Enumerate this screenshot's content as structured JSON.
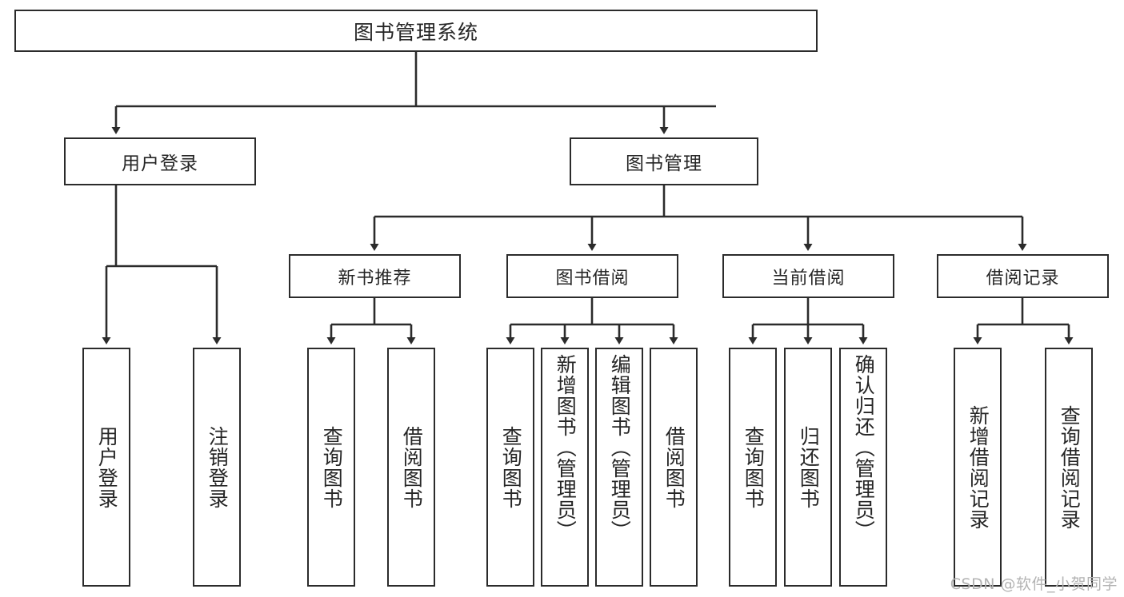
{
  "diagram": {
    "title": "图书管理系统",
    "type": "tree",
    "root": {
      "label": "图书管理系统"
    },
    "level1": [
      {
        "label": "用户登录"
      },
      {
        "label": "图书管理"
      }
    ],
    "level2": [
      {
        "label": "新书推荐"
      },
      {
        "label": "图书借阅"
      },
      {
        "label": "当前借阅"
      },
      {
        "label": "借阅记录"
      }
    ],
    "leaves": {
      "user_login": [
        {
          "label": "用户登录"
        },
        {
          "label": "注销登录"
        }
      ],
      "new_book_recommend": [
        {
          "label": "查询图书"
        },
        {
          "label": "借阅图书"
        }
      ],
      "book_borrow": [
        {
          "label": "查询图书"
        },
        {
          "label": "新增图书（管理员）"
        },
        {
          "label": "编辑图书（管理员）"
        },
        {
          "label": "借阅图书"
        }
      ],
      "current_borrow": [
        {
          "label": "查询图书"
        },
        {
          "label": "归还图书"
        },
        {
          "label": "确认归还（管理员）"
        }
      ],
      "borrow_record": [
        {
          "label": "新增借阅记录"
        },
        {
          "label": "查询借阅记录"
        }
      ]
    }
  },
  "watermark": {
    "text": "CSDN @软件_小贺同学"
  },
  "colors": {
    "border": "#2b2b2b",
    "text": "#262626",
    "background": "#ffffff",
    "watermark": "#b3b3b3"
  }
}
